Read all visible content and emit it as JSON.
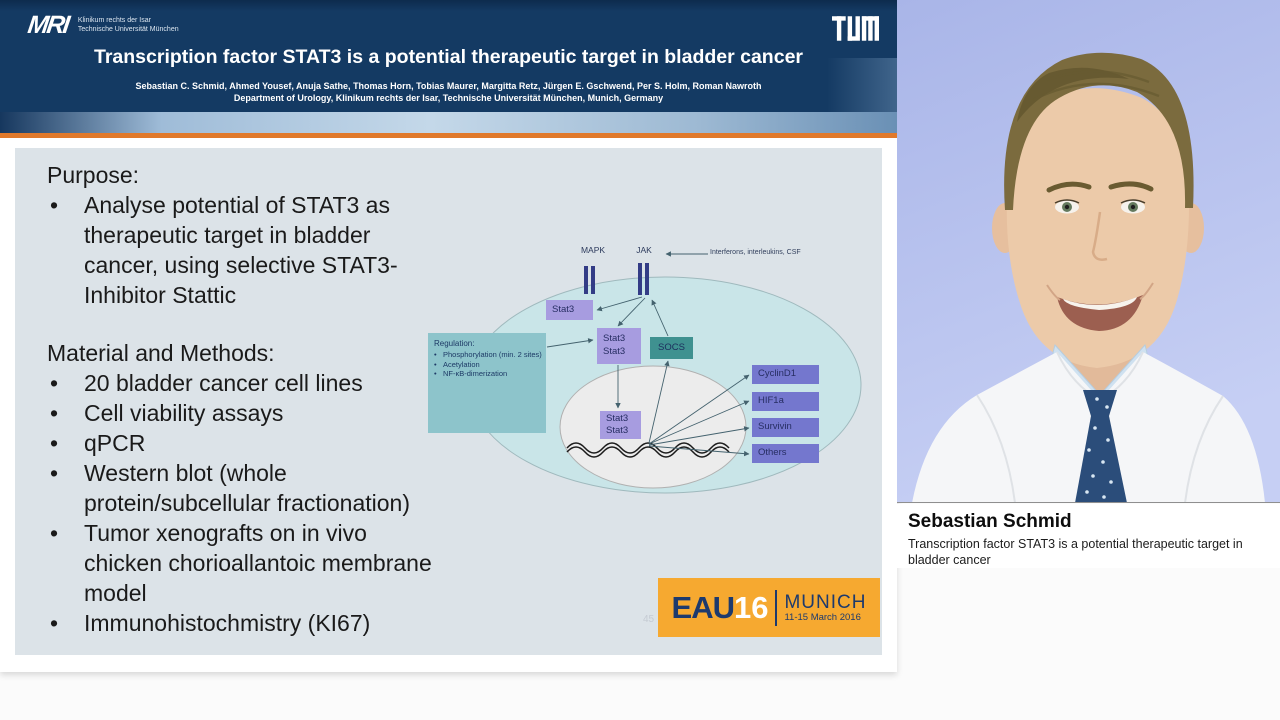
{
  "video": {
    "header": {
      "mri_logo": {
        "mark": "MRI",
        "line1": "Klinikum rechts der Isar",
        "line2": "Technische Universität München"
      },
      "tum_logo": "TUM",
      "title": "Transcription factor STAT3 is a potential therapeutic target in bladder cancer",
      "authors": "Sebastian C. Schmid, Ahmed Yousef, Anuja Sathe, Thomas Horn, Tobias Maurer, Margitta Retz, Jürgen E. Gschwend, Per S. Holm, Roman Nawroth",
      "affiliation": "Department of Urology, Klinikum rechts der Isar, Technische Universität München, Munich, Germany"
    },
    "slide": {
      "purpose_heading": "Purpose:",
      "purpose_bullet": "Analyse potential of STAT3 as therapeutic target in bladder cancer, using selective STAT3-Inhibitor Stattic",
      "methods_heading": "Material and Methods:",
      "methods_bullets": [
        "20 bladder cancer cell lines",
        "Cell viability assays",
        "qPCR",
        "Western blot (whole protein/subcellular fractionation)",
        "Tumor xenografts on in vivo chicken chorioallantoic membrane model",
        "Immunohistochmistry (KI67)"
      ],
      "slide_number": "45",
      "diagram": {
        "receptor1": "MAPK",
        "receptor2": "JAK",
        "ligands": "Interferons, interleukins, CSF",
        "stat3": "Stat3",
        "dimer_line1": "Stat3",
        "dimer_line2": "Stat3",
        "socs": "SOCS",
        "regulation_heading": "Regulation:",
        "regulation_items": [
          "Phosphorylation (min. 2 sites)",
          "Acetylation",
          "NF-κB-dimerization"
        ],
        "targets": [
          "CyclinD1",
          "HIF1a",
          "Survivin",
          "Others"
        ]
      },
      "eau": {
        "word": "EAU",
        "year": "16",
        "city": "MUNICH",
        "dates": "11-15 March 2016"
      }
    }
  },
  "speaker": {
    "name": "Sebastian Schmid",
    "talk": "Transcription factor STAT3 is a potential therapeutic target in bladder cancer"
  },
  "colors": {
    "header_navy": "#143a63",
    "orange_bar": "#e0792b",
    "slide_bg": "#dce3e8",
    "box_purple_light": "#a79ce0",
    "box_purple": "#7477ce",
    "box_teal": "#3f9190",
    "box_teal_light": "#8dc4cb",
    "eau_orange": "#f6a930",
    "photo_bg": "#b3bfec"
  }
}
